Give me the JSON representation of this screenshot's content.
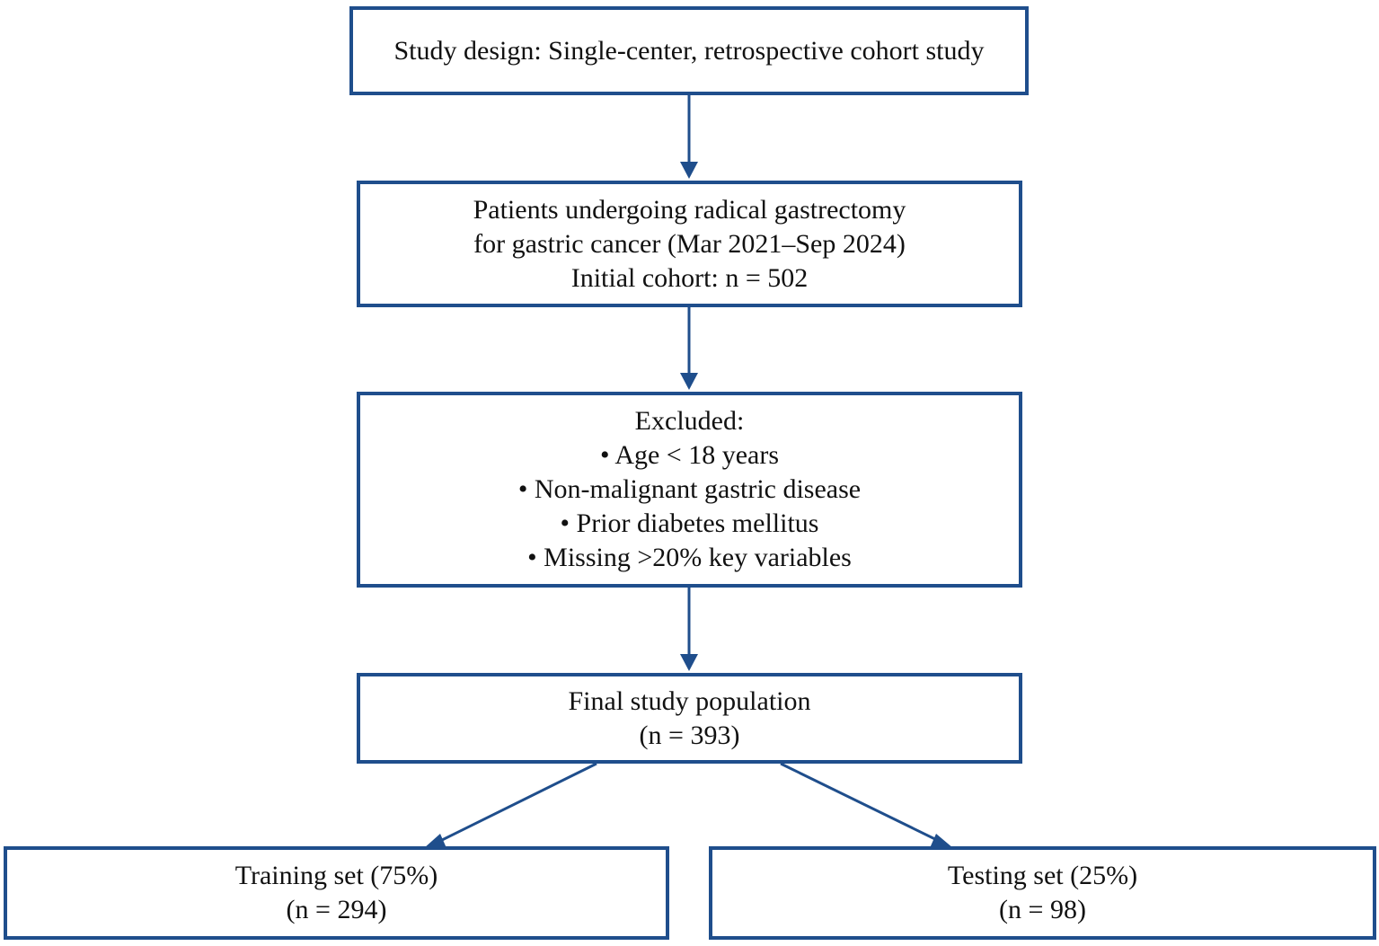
{
  "colors": {
    "border": "#1f4e8c",
    "arrow": "#1f4e8c",
    "text": "#111111",
    "background": "#ffffff"
  },
  "design": {
    "line1": "Study design: Single-center, retrospective cohort study"
  },
  "cohort": {
    "line1": "Patients undergoing radical gastrectomy",
    "line2": "for gastric cancer (Mar 2021–Sep 2024)",
    "line3": "Initial cohort: n = 502"
  },
  "excluded": {
    "title": "Excluded:",
    "items": [
      "• Age < 18 years",
      "• Non-malignant gastric disease",
      "• Prior diabetes mellitus",
      "• Missing >20% key variables"
    ]
  },
  "final": {
    "line1": "Final study population",
    "line2": "(n = 393)"
  },
  "training": {
    "line1": "Training set (75%)",
    "line2": "(n = 294)"
  },
  "testing": {
    "line1": "Testing set (25%)",
    "line2": "(n = 98)"
  }
}
